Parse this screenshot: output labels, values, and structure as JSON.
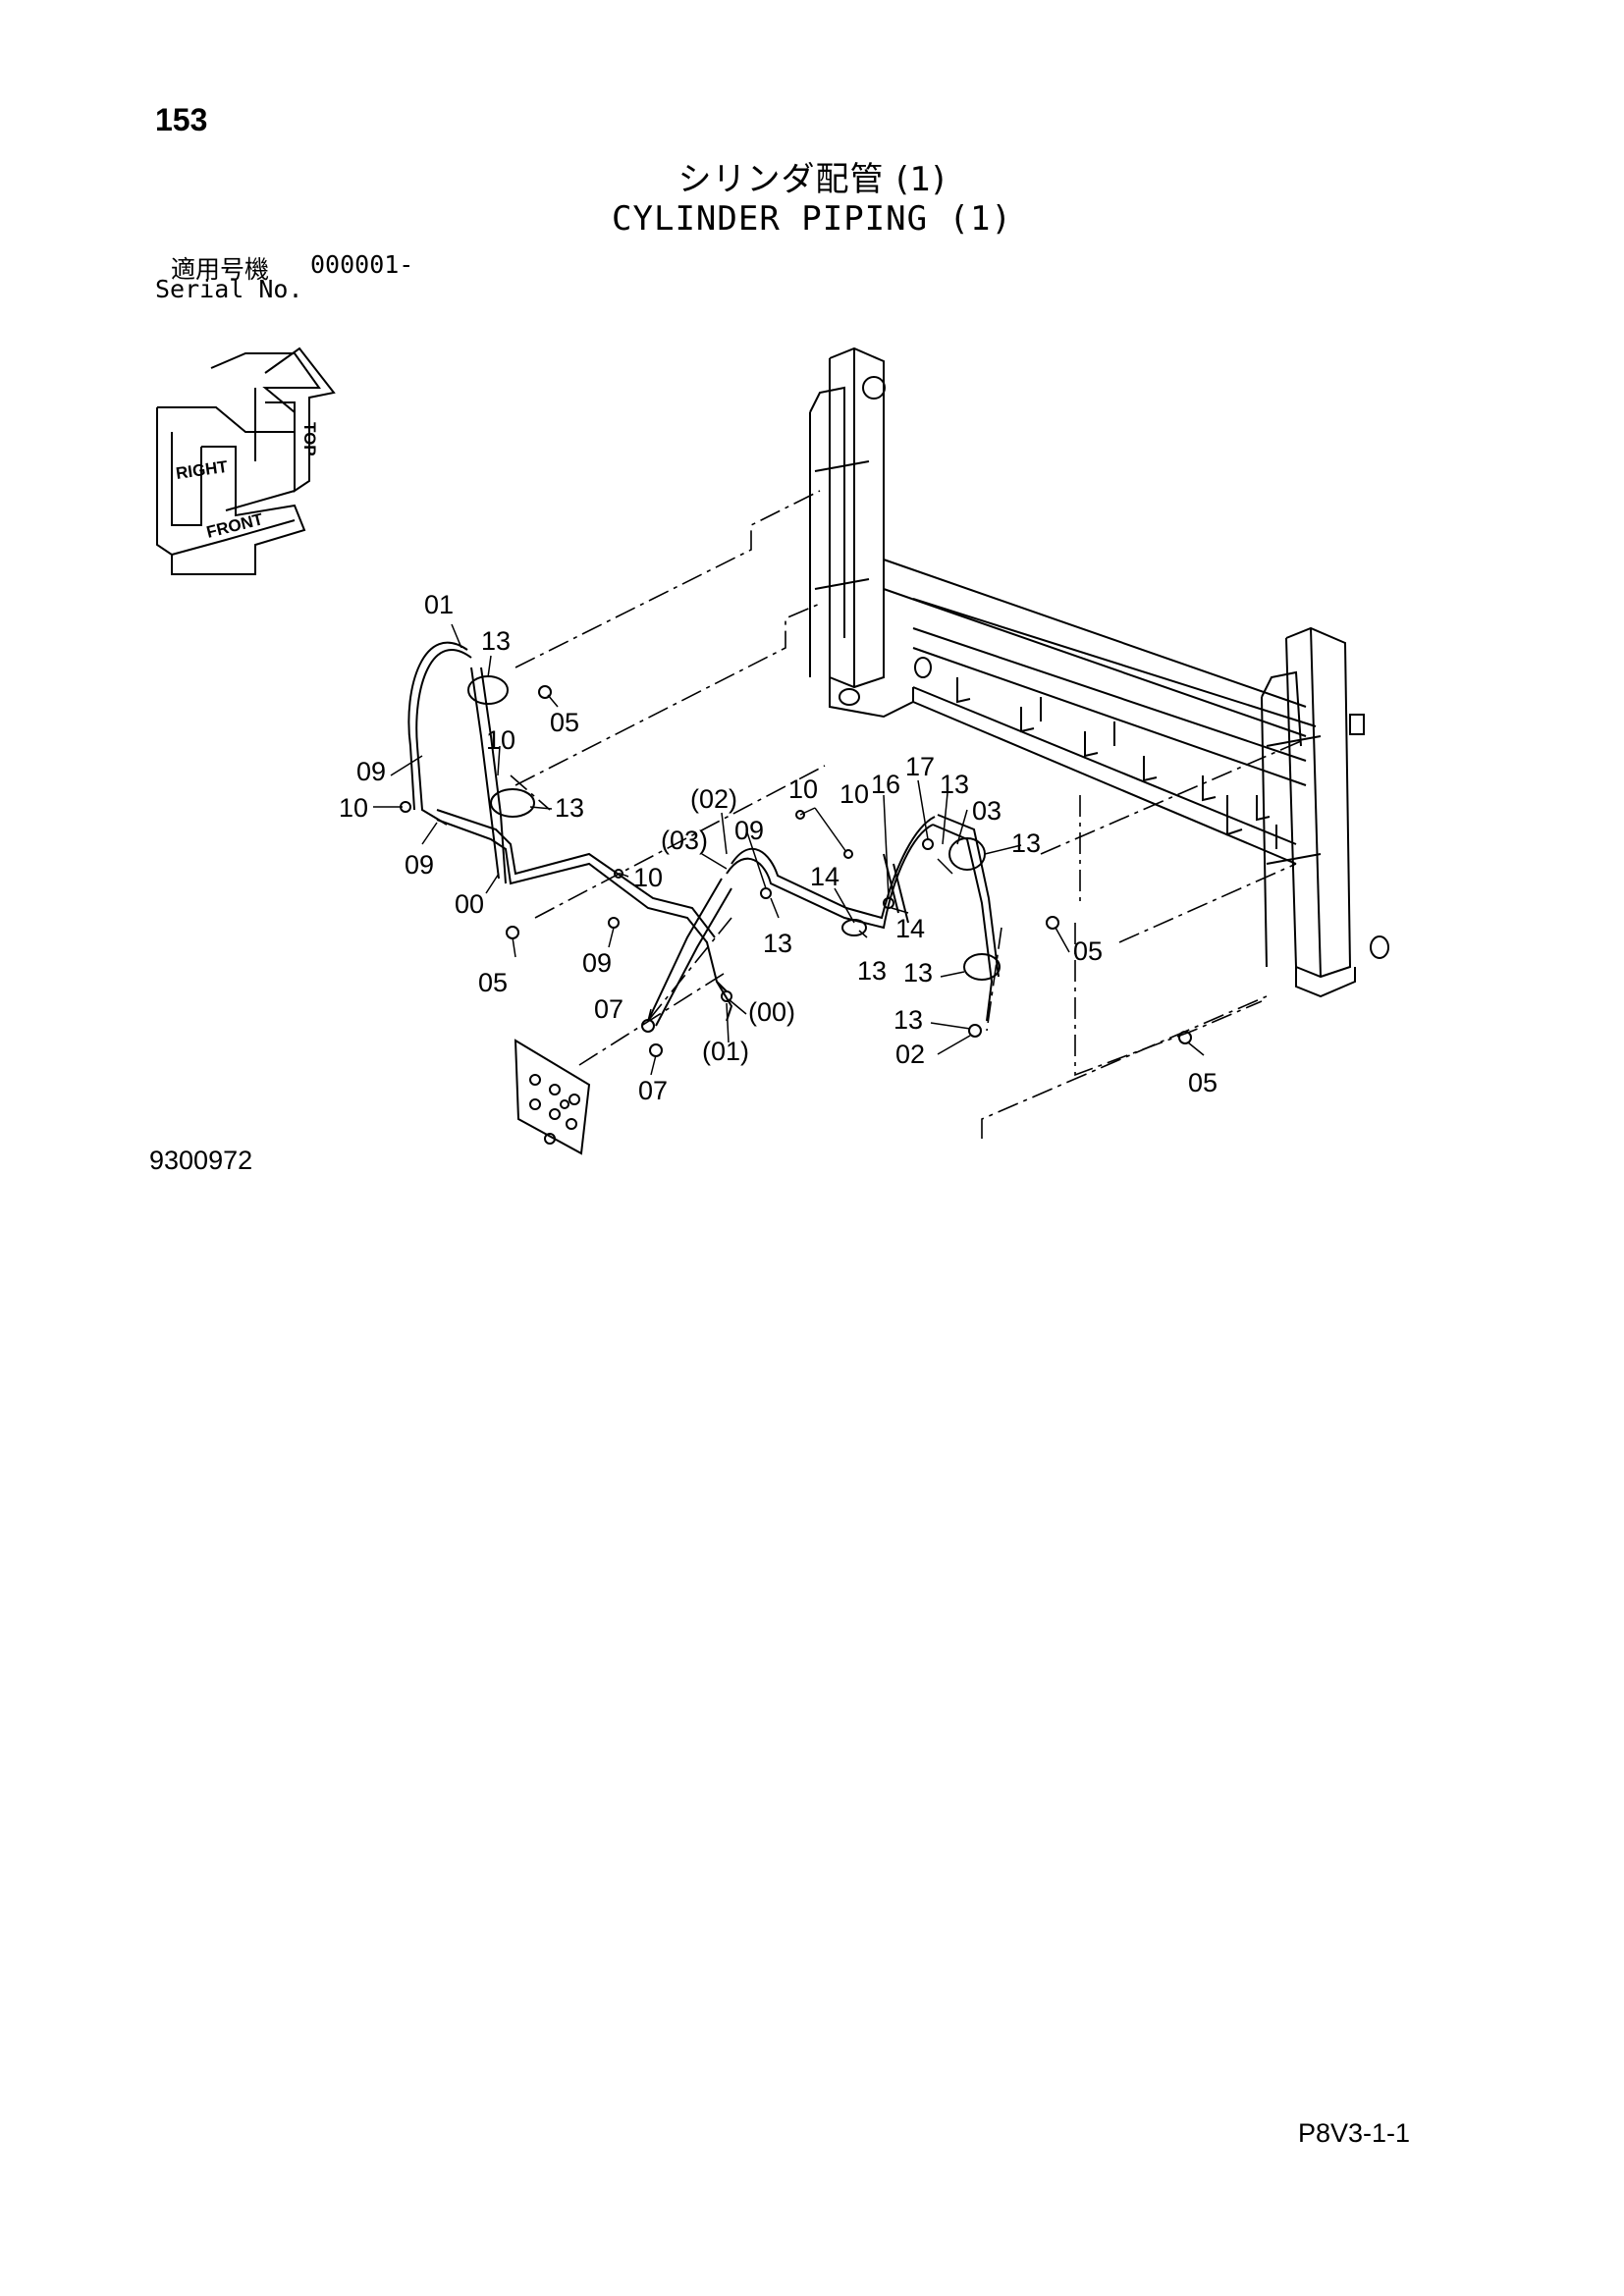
{
  "page_number": "153",
  "title_jp": "シリンダ配管 (1)",
  "title_en": "CYLINDER PIPING (1)",
  "serial": {
    "label_jp": "適用号機",
    "range": "000001-",
    "label_en": "Serial No."
  },
  "orientation": {
    "top": "TOP",
    "right": "RIGHT",
    "front": "FRONT"
  },
  "callouts": {
    "c01": "01",
    "c13a": "13",
    "c05a": "05",
    "c10a": "10",
    "c09a": "09",
    "c13b": "13",
    "c10b": "10",
    "c09b": "09",
    "c00a": "00",
    "c05b": "05",
    "c10c": "10",
    "c09c": "09",
    "c02p": "(02)",
    "c03p": "(03)",
    "c10d": "10",
    "c09d": "09",
    "c10e": "10",
    "c16": "16",
    "c17": "17",
    "c13c": "13",
    "c03": "03",
    "c13d": "13",
    "c14a": "14",
    "c14b": "14",
    "c13e": "13",
    "c13f": "13",
    "c13g": "13",
    "c05c": "05",
    "c13h": "13",
    "c02": "02",
    "c05d": "05",
    "c07a": "07",
    "c07b": "07",
    "c00p": "(00)",
    "c01p": "(01)"
  },
  "drawing_number": "9300972",
  "page_code": "P8V3-1-1"
}
